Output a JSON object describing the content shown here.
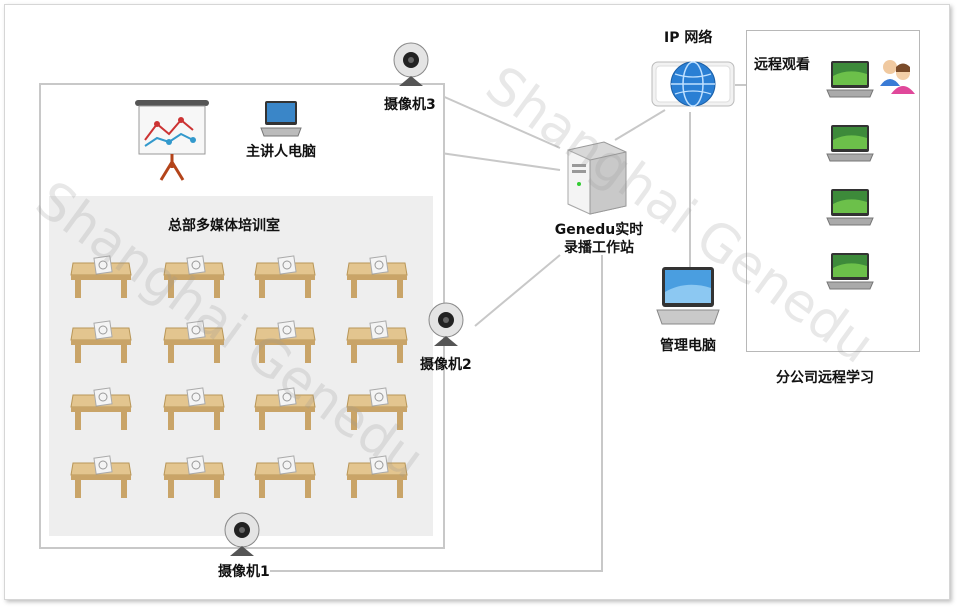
{
  "rooms": {
    "training_room": "总部多媒体培训室",
    "branch": "分公司远程学习",
    "remote_view": "远程观看"
  },
  "devices": {
    "workstation_line1": "Genedu实时",
    "workstation_line2": "录播工作站",
    "ip_network": "IP 网络",
    "presenter_pc": "主讲人电脑",
    "admin_pc": "管理电脑",
    "camera1": "摄像机1",
    "camera2": "摄像机2",
    "camera3": "摄像机3"
  },
  "watermark": "Shanghai Genedu",
  "colors": {
    "line": "#c8c8c8",
    "room_fill": "#eeeeee",
    "desk": "#e3c58f",
    "globe": "#2a7fd4"
  },
  "icons": {
    "camera": "webcam-icon",
    "server": "server-icon",
    "globe": "network-globe-icon",
    "laptop": "laptop-icon",
    "presentation": "presentation-board-icon",
    "users": "users-icon",
    "desk": "desk-icon"
  }
}
